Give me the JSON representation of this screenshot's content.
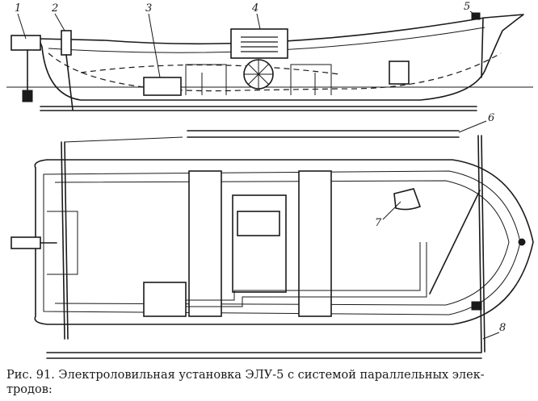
{
  "figure": {
    "callouts": [
      "1",
      "2",
      "3",
      "4",
      "5",
      "6",
      "7",
      "8"
    ]
  },
  "caption": {
    "line1": "Рис. 91. Электроловильная установка ЭЛУ-5 с системой параллельных элек-",
    "line2": "тродов:"
  }
}
